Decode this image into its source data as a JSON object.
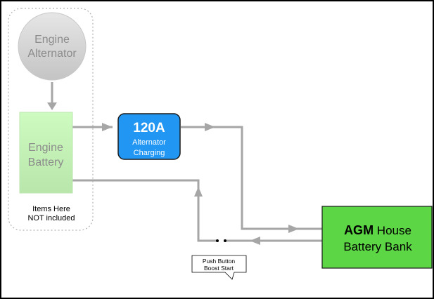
{
  "diagram": {
    "alternator": {
      "line1": "Engine",
      "line2": "Alternator"
    },
    "engine_battery": {
      "line1": "Engine",
      "line2": "Battery"
    },
    "note": {
      "line1": "Items Here",
      "line2": "NOT included"
    },
    "charger": {
      "amps": "120A",
      "line1": "Alternator",
      "line2": "Charging"
    },
    "house_battery": {
      "brand": "AGM",
      "line1_rest": " House",
      "line2": "Battery Bank"
    },
    "switch": {
      "line1": "Push Button",
      "line2": "Boost Start"
    }
  },
  "colors": {
    "wire": "#a6a6a6",
    "alternator_fill": "#cccccc",
    "engine_battery_fill": "#ccf2bf",
    "charger_fill": "#2196f3",
    "house_battery_fill": "#5cd644",
    "frame": "#000000"
  },
  "icons": [
    "arrow-icon",
    "switch-contact-icon"
  ]
}
